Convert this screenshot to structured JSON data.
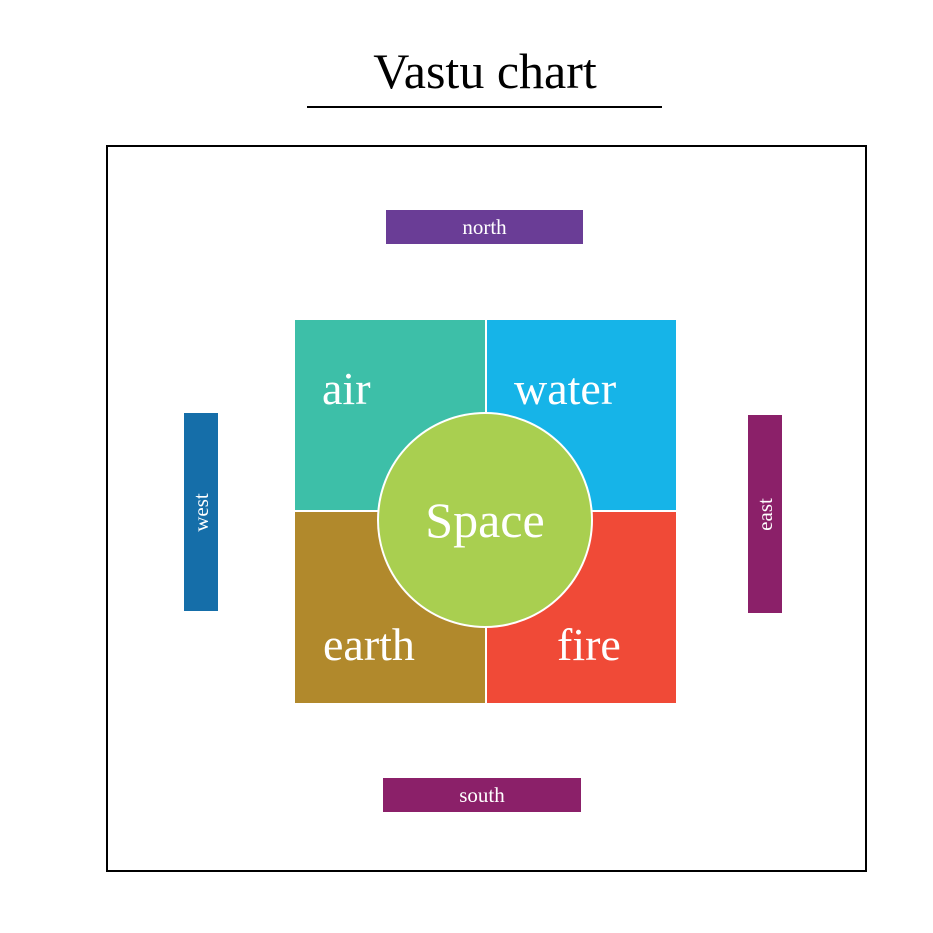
{
  "title": "Vastu chart",
  "directions": {
    "north": {
      "label": "north",
      "color": "#6a3d96"
    },
    "south": {
      "label": "south",
      "color": "#8b2069"
    },
    "west": {
      "label": "west",
      "color": "#156ea9"
    },
    "east": {
      "label": "east",
      "color": "#8b2069"
    }
  },
  "elements": {
    "air": {
      "label": "air",
      "color": "#3dbfa8"
    },
    "water": {
      "label": "water",
      "color": "#16b4e8"
    },
    "earth": {
      "label": "earth",
      "color": "#b1892c"
    },
    "fire": {
      "label": "fire",
      "color": "#f04a37"
    },
    "space": {
      "label": "Space",
      "color": "#a9cf50"
    }
  }
}
